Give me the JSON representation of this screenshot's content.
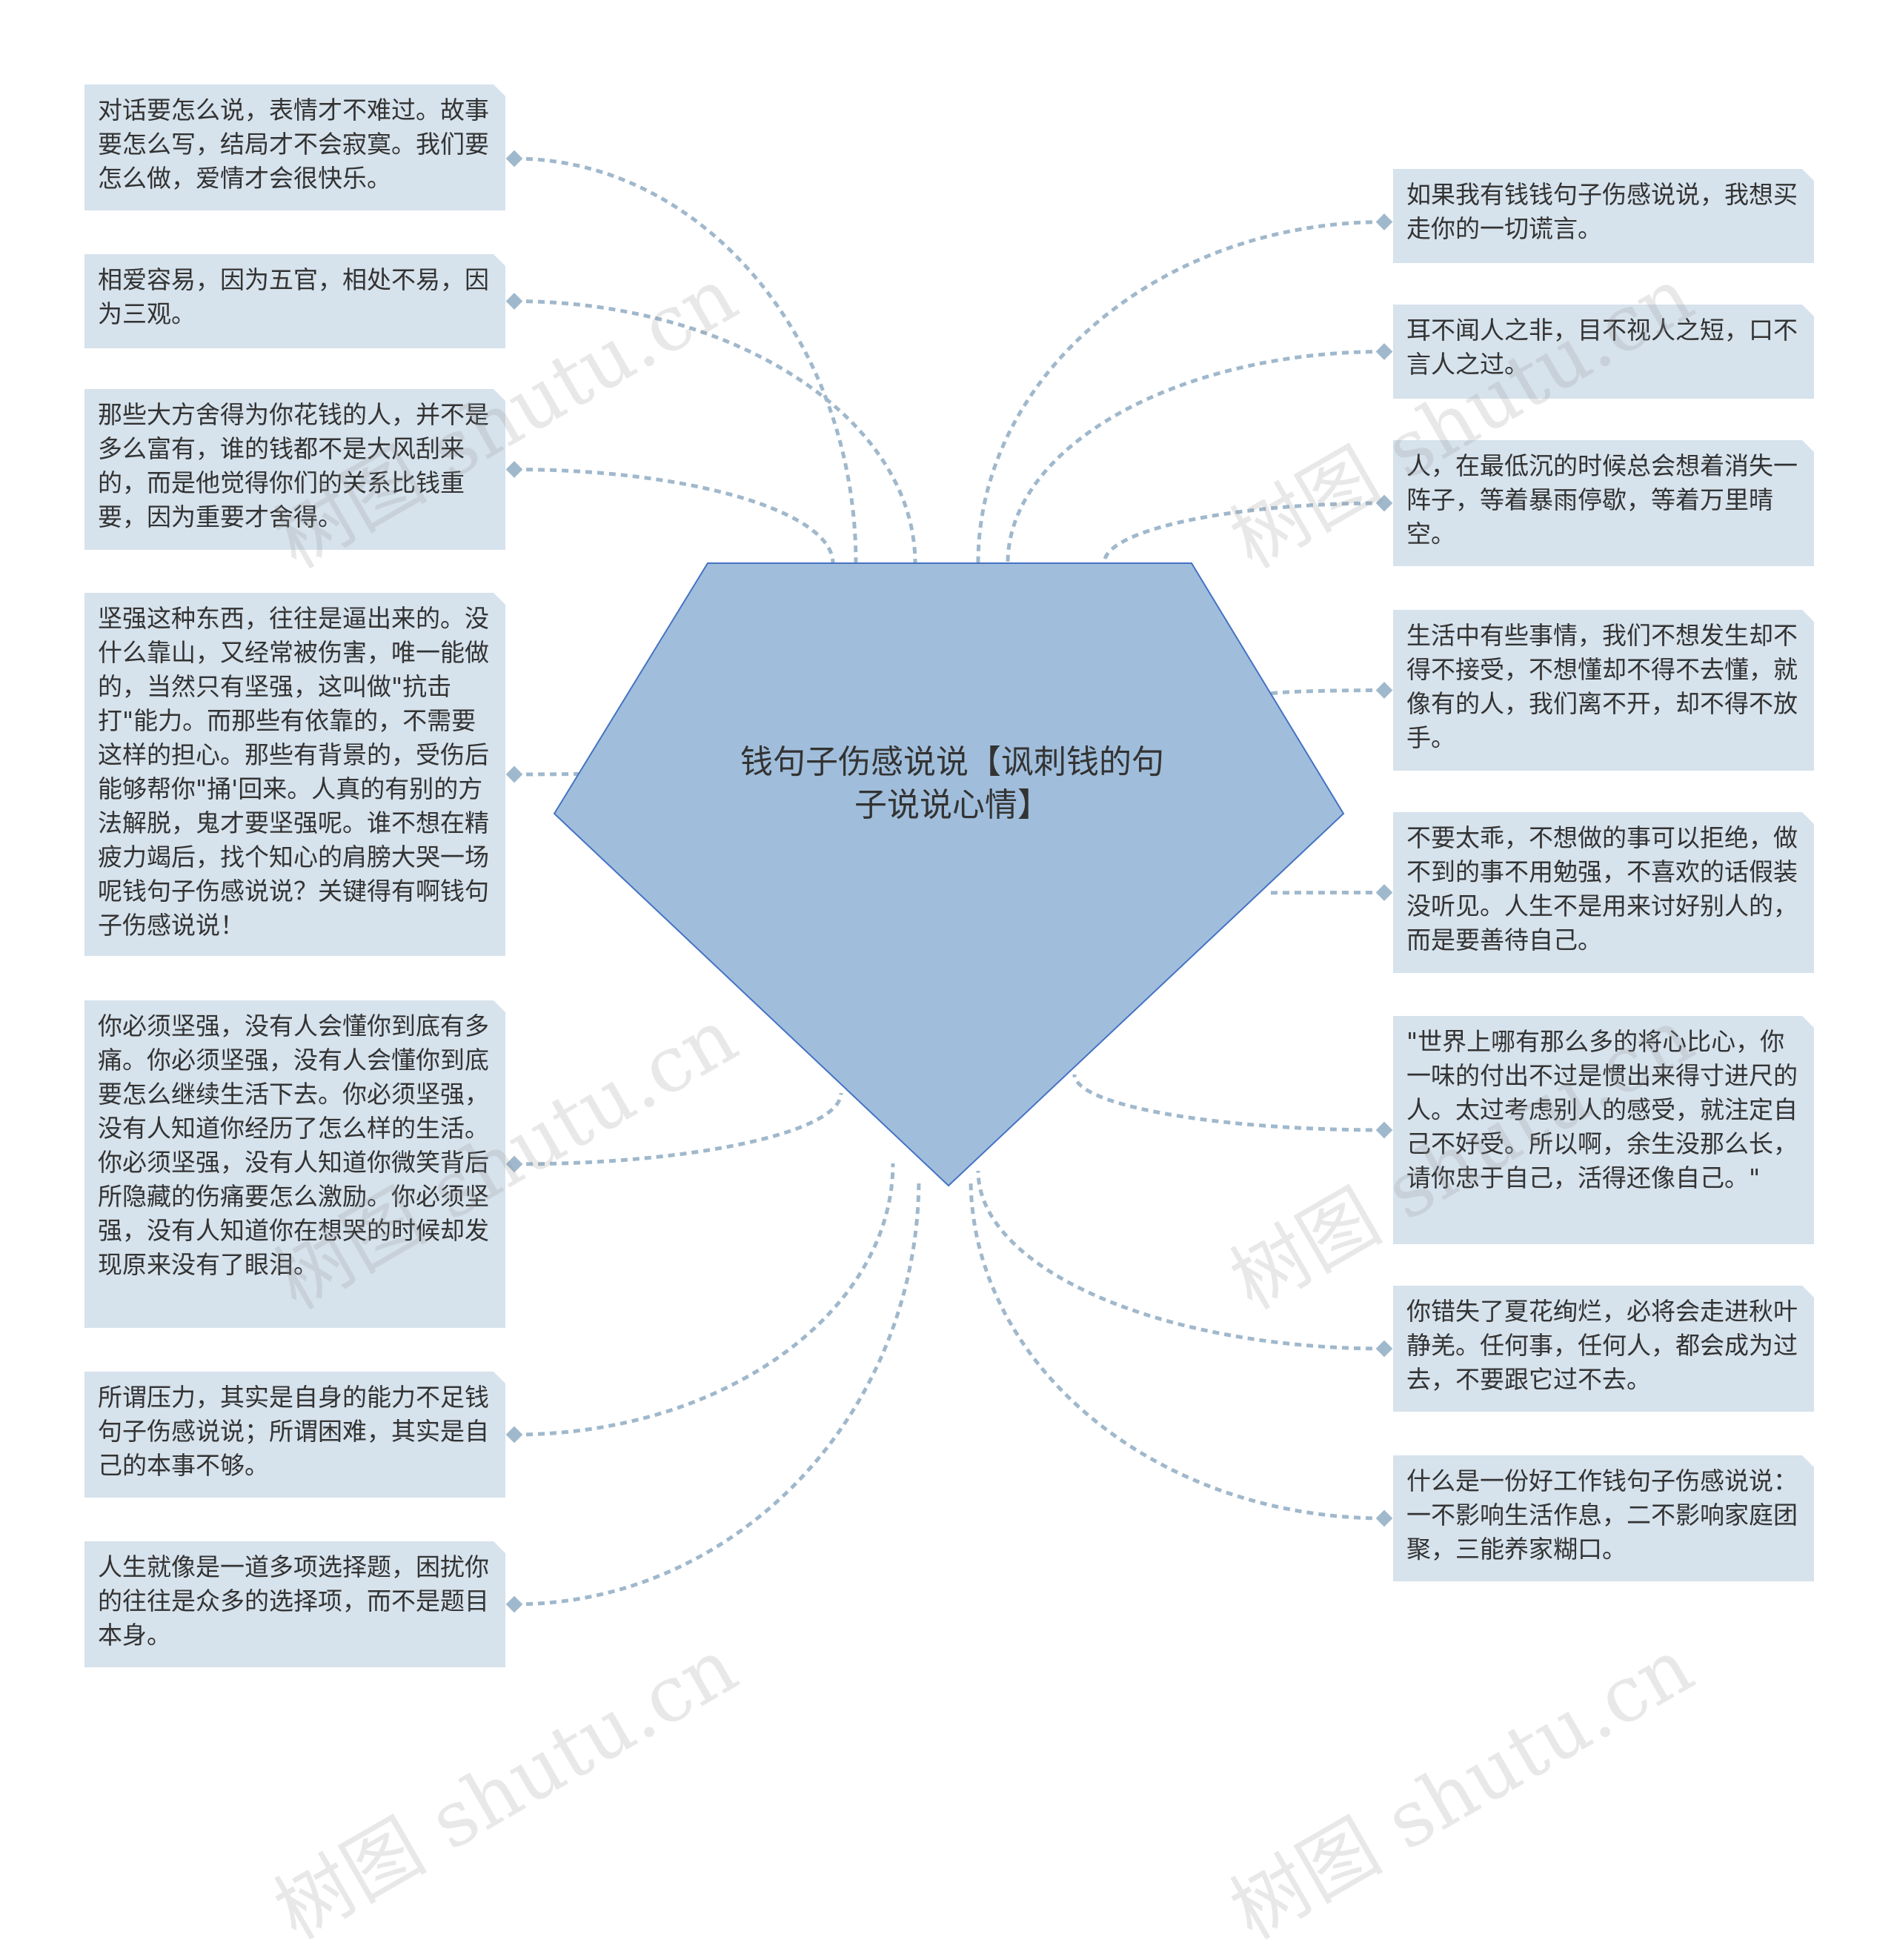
{
  "colors": {
    "center_fill": "#a0bedb",
    "center_stroke": "#4472c4",
    "connector": "#a0b8cc",
    "node_fill": "#d6e2ec",
    "text": "#333333"
  },
  "center": {
    "title": "钱句子伤感说说【讽刺钱的句子说说心情】"
  },
  "left_nodes": [
    {
      "text": "对话要怎么说，表情才不难过。故事要怎么写，结局才不会寂寞。我们要怎么做，爱情才会很快乐。"
    },
    {
      "text": "相爱容易，因为五官，相处不易，因为三观。"
    },
    {
      "text": "那些大方舍得为你花钱的人，并不是多么富有，谁的钱都不是大风刮来的，而是他觉得你们的关系比钱重要，因为重要才舍得。"
    },
    {
      "text": "坚强这种东西，往往是逼出来的。没什么靠山，又经常被伤害，唯一能做的，当然只有坚强，这叫做\"抗击打\"能力。而那些有依靠的，不需要这样的担心。那些有背景的，受伤后能够帮你\"捅'回来。人真的有别的方法解脱，鬼才要坚强呢。谁不想在精疲力竭后，找个知心的肩膀大哭一场呢钱句子伤感说说？关键得有啊钱句子伤感说说！"
    },
    {
      "text": "你必须坚强，没有人会懂你到底有多痛。你必须坚强，没有人会懂你到底要怎么继续生活下去。你必须坚强，没有人知道你经历了怎么样的生活。你必须坚强，没有人知道你微笑背后所隐藏的伤痛要怎么激励。你必须坚强，没有人知道你在想哭的时候却发现原来没有了眼泪。"
    },
    {
      "text": "所谓压力，其实是自身的能力不足钱句子伤感说说；所谓困难，其实是自己的本事不够。"
    },
    {
      "text": "人生就像是一道多项选择题，困扰你的往往是众多的选择项，而不是题目本身。"
    }
  ],
  "right_nodes": [
    {
      "text": "如果我有钱钱句子伤感说说，我想买走你的一切谎言。"
    },
    {
      "text": "耳不闻人之非，目不视人之短，口不言人之过。"
    },
    {
      "text": "人，在最低沉的时候总会想着消失一阵子，等着暴雨停歇，等着万里晴空。"
    },
    {
      "text": "生活中有些事情，我们不想发生却不得不接受，不想懂却不得不去懂，就像有的人，我们离不开，却不得不放手。"
    },
    {
      "text": "不要太乖，不想做的事可以拒绝，做不到的事不用勉强，不喜欢的话假装没听见。人生不是用来讨好别人的，而是要善待自己。"
    },
    {
      "text": "\"世界上哪有那么多的将心比心，你一味的付出不过是惯出来得寸进尺的人。太过考虑别人的感受，就注定自己不好受。所以啊，余生没那么长，请你忠于自己，活得还像自己。\""
    },
    {
      "text": "你错失了夏花绚烂，必将会走进秋叶静羌。任何事，任何人，都会成为过去，不要跟它过不去。"
    },
    {
      "text": "什么是一份好工作钱句子伤感说说：一不影响生活作息，二不影响家庭团聚，三能养家糊口。"
    }
  ],
  "watermarks": [
    "树图 shutu.cn",
    "树图 shutu.cn",
    "树图 shutu.cn",
    "树图 shutu.cn",
    "树图 shutu.cn",
    "树图 shutu.cn"
  ]
}
